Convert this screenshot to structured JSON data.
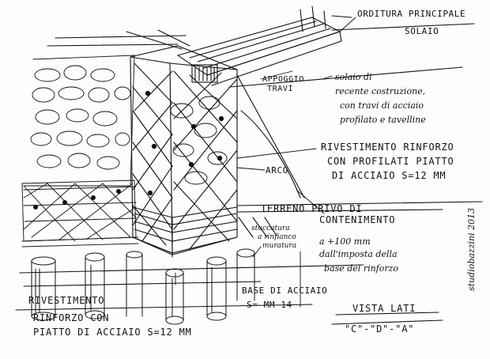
{
  "labels": {
    "orditura": [
      "ORDITURA PRINCIPALE",
      "SOLAIO"
    ],
    "appoggio": [
      "APPOGGIO",
      "TRAVI"
    ],
    "solaio_note": [
      "solaio di",
      "recente costruzione,",
      "con travi di acciaio",
      "profilato e tavelline"
    ],
    "rivestimento_top": [
      "RIVESTIMENTO RINFORZO",
      "CON PROFILATI PIATTO",
      "DI ACCIAIO S=12 MM"
    ],
    "arco": "ARCO",
    "terreno": [
      "TERRENO PRIVO DI",
      "CONTENIMENTO"
    ],
    "stuccatura": [
      "stuccatura",
      "a rinfianco",
      "muratura"
    ],
    "distanza": [
      "a +100 mm",
      "dall'imposta della",
      "base del rinforzo"
    ],
    "base_acciaio": [
      "BASE DI ACCIAIO",
      "S= MM 14"
    ],
    "rivestimento_bottom": [
      "RIVESTIMENTO",
      "RINFORZO CON",
      "PIATTO DI ACCIAIO S=12 MM"
    ],
    "vista": [
      "VISTA LATI",
      "\"C\"-\"D\"-\"A\""
    ],
    "signature": "studiobazzini 2013"
  }
}
